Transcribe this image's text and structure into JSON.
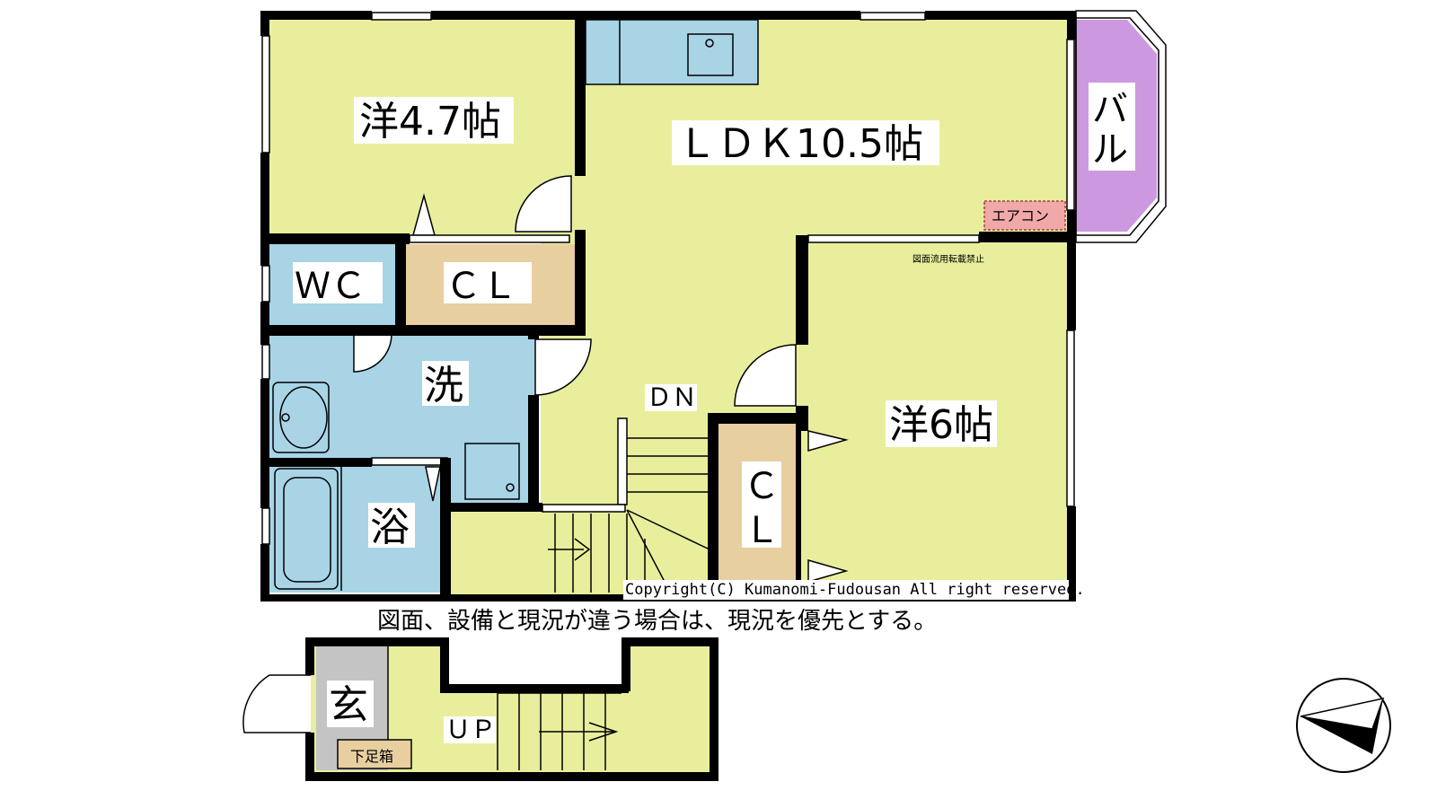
{
  "rooms": {
    "western_1": "洋4.7帖",
    "ldk": "ＬＤＫ10.5帖",
    "balcony": "バル",
    "aircon": "エアコン",
    "wc": "ＷＣ",
    "closet_1": "ＣＬ",
    "washroom": "洗",
    "bath": "浴",
    "closet_2_top": "Ｃ",
    "closet_2_bottom": "Ｌ",
    "western_2": "洋6帖",
    "stairs_down": "ＤＮ",
    "entrance": "玄",
    "shoe_box": "下足箱",
    "stairs_up": "ＵＰ"
  },
  "notes": {
    "no_reproduction": "図面流用転載禁止",
    "copyright": "Copyright(C) Kumanomi-Fudousan All right reserved.",
    "disclaimer": "図面、設備と現況が違う場合は、現況を優先とする。"
  },
  "colors": {
    "room_yellow": "#e9ee9c",
    "water_blue": "#a8d4e6",
    "closet_tan": "#e8cfa0",
    "balcony_purple": "#cc99e0",
    "aircon_pink": "#f0a8a8",
    "entrance_gray": "#c4c4c4",
    "wall": "#000000"
  }
}
